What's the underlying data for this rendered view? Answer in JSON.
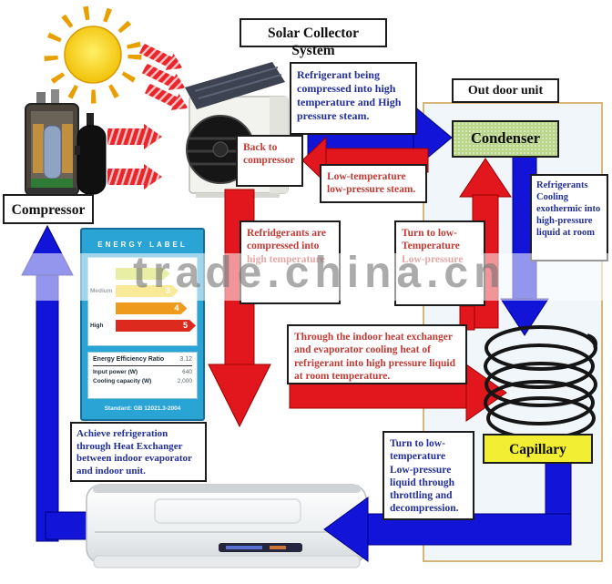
{
  "title": "Solar Collector System",
  "watermark": "trade.china.cn",
  "labels": {
    "compressor": "Compressor",
    "outdoor_unit": "Out door unit",
    "condenser": "Condenser",
    "capillary": "Capillary"
  },
  "callouts": {
    "refrigerant_being": "Refrigerant being compressed into high temperature and High pressure steam.",
    "back_to_compressor": "Back to compressor",
    "low_temp_steam": "Low-temperature low-pressure steam.",
    "refridgerants_compressed": "Refridgerants are compressed into high temperature",
    "turn_low_mid": "Turn to low-Temperature Low-pressure",
    "refrigerants_cooling": "Refrigerants Cooling exothermic into high-pressure liquid at room",
    "through_indoor": "Through the indoor heat exchanger and evaporator cooling heat of refrigerant into high pressure liquid at room temperature.",
    "turn_low_bottom": "Turn to low-temperature Low-pressure liquid through throttling and decompression.",
    "achieve": "Achieve refrigeration through Heat Exchanger between indoor evaporator and indoor unit."
  },
  "energy_label": {
    "header": "ENERGY LABEL",
    "bars": [
      {
        "label": "",
        "value": "",
        "color": "#ccd935",
        "width": "50%"
      },
      {
        "label": "Medium",
        "value": "3",
        "color": "#f2d01e",
        "width": "58%"
      },
      {
        "label": "",
        "value": "4",
        "color": "#ee9b1d",
        "width": "66%"
      },
      {
        "label": "High",
        "value": "5",
        "color": "#dd2a1e",
        "width": "74%"
      }
    ],
    "info_rows": [
      {
        "label": "Energy Efficiency Ratio",
        "value": "3.12"
      },
      {
        "label": "Input power (W)",
        "value": "640"
      },
      {
        "label": "Cooling capacity (W)",
        "value": "2,000"
      }
    ],
    "footer": "Standard: GB 12021.3-2004"
  },
  "colors": {
    "arrow_red": "#e2161d",
    "arrow_blue": "#1214d8",
    "striped_arrow_red": "#e8262b",
    "condenser_green": "#b9d68b",
    "capillary_yellow": "#f2ee33",
    "outdoor_region_border": "#d8b578",
    "energy_card_cyan": "#2aa4d4",
    "text_blue": "#232e9b",
    "text_red": "#c23b35",
    "sun_yellow": "#f5c81e"
  }
}
